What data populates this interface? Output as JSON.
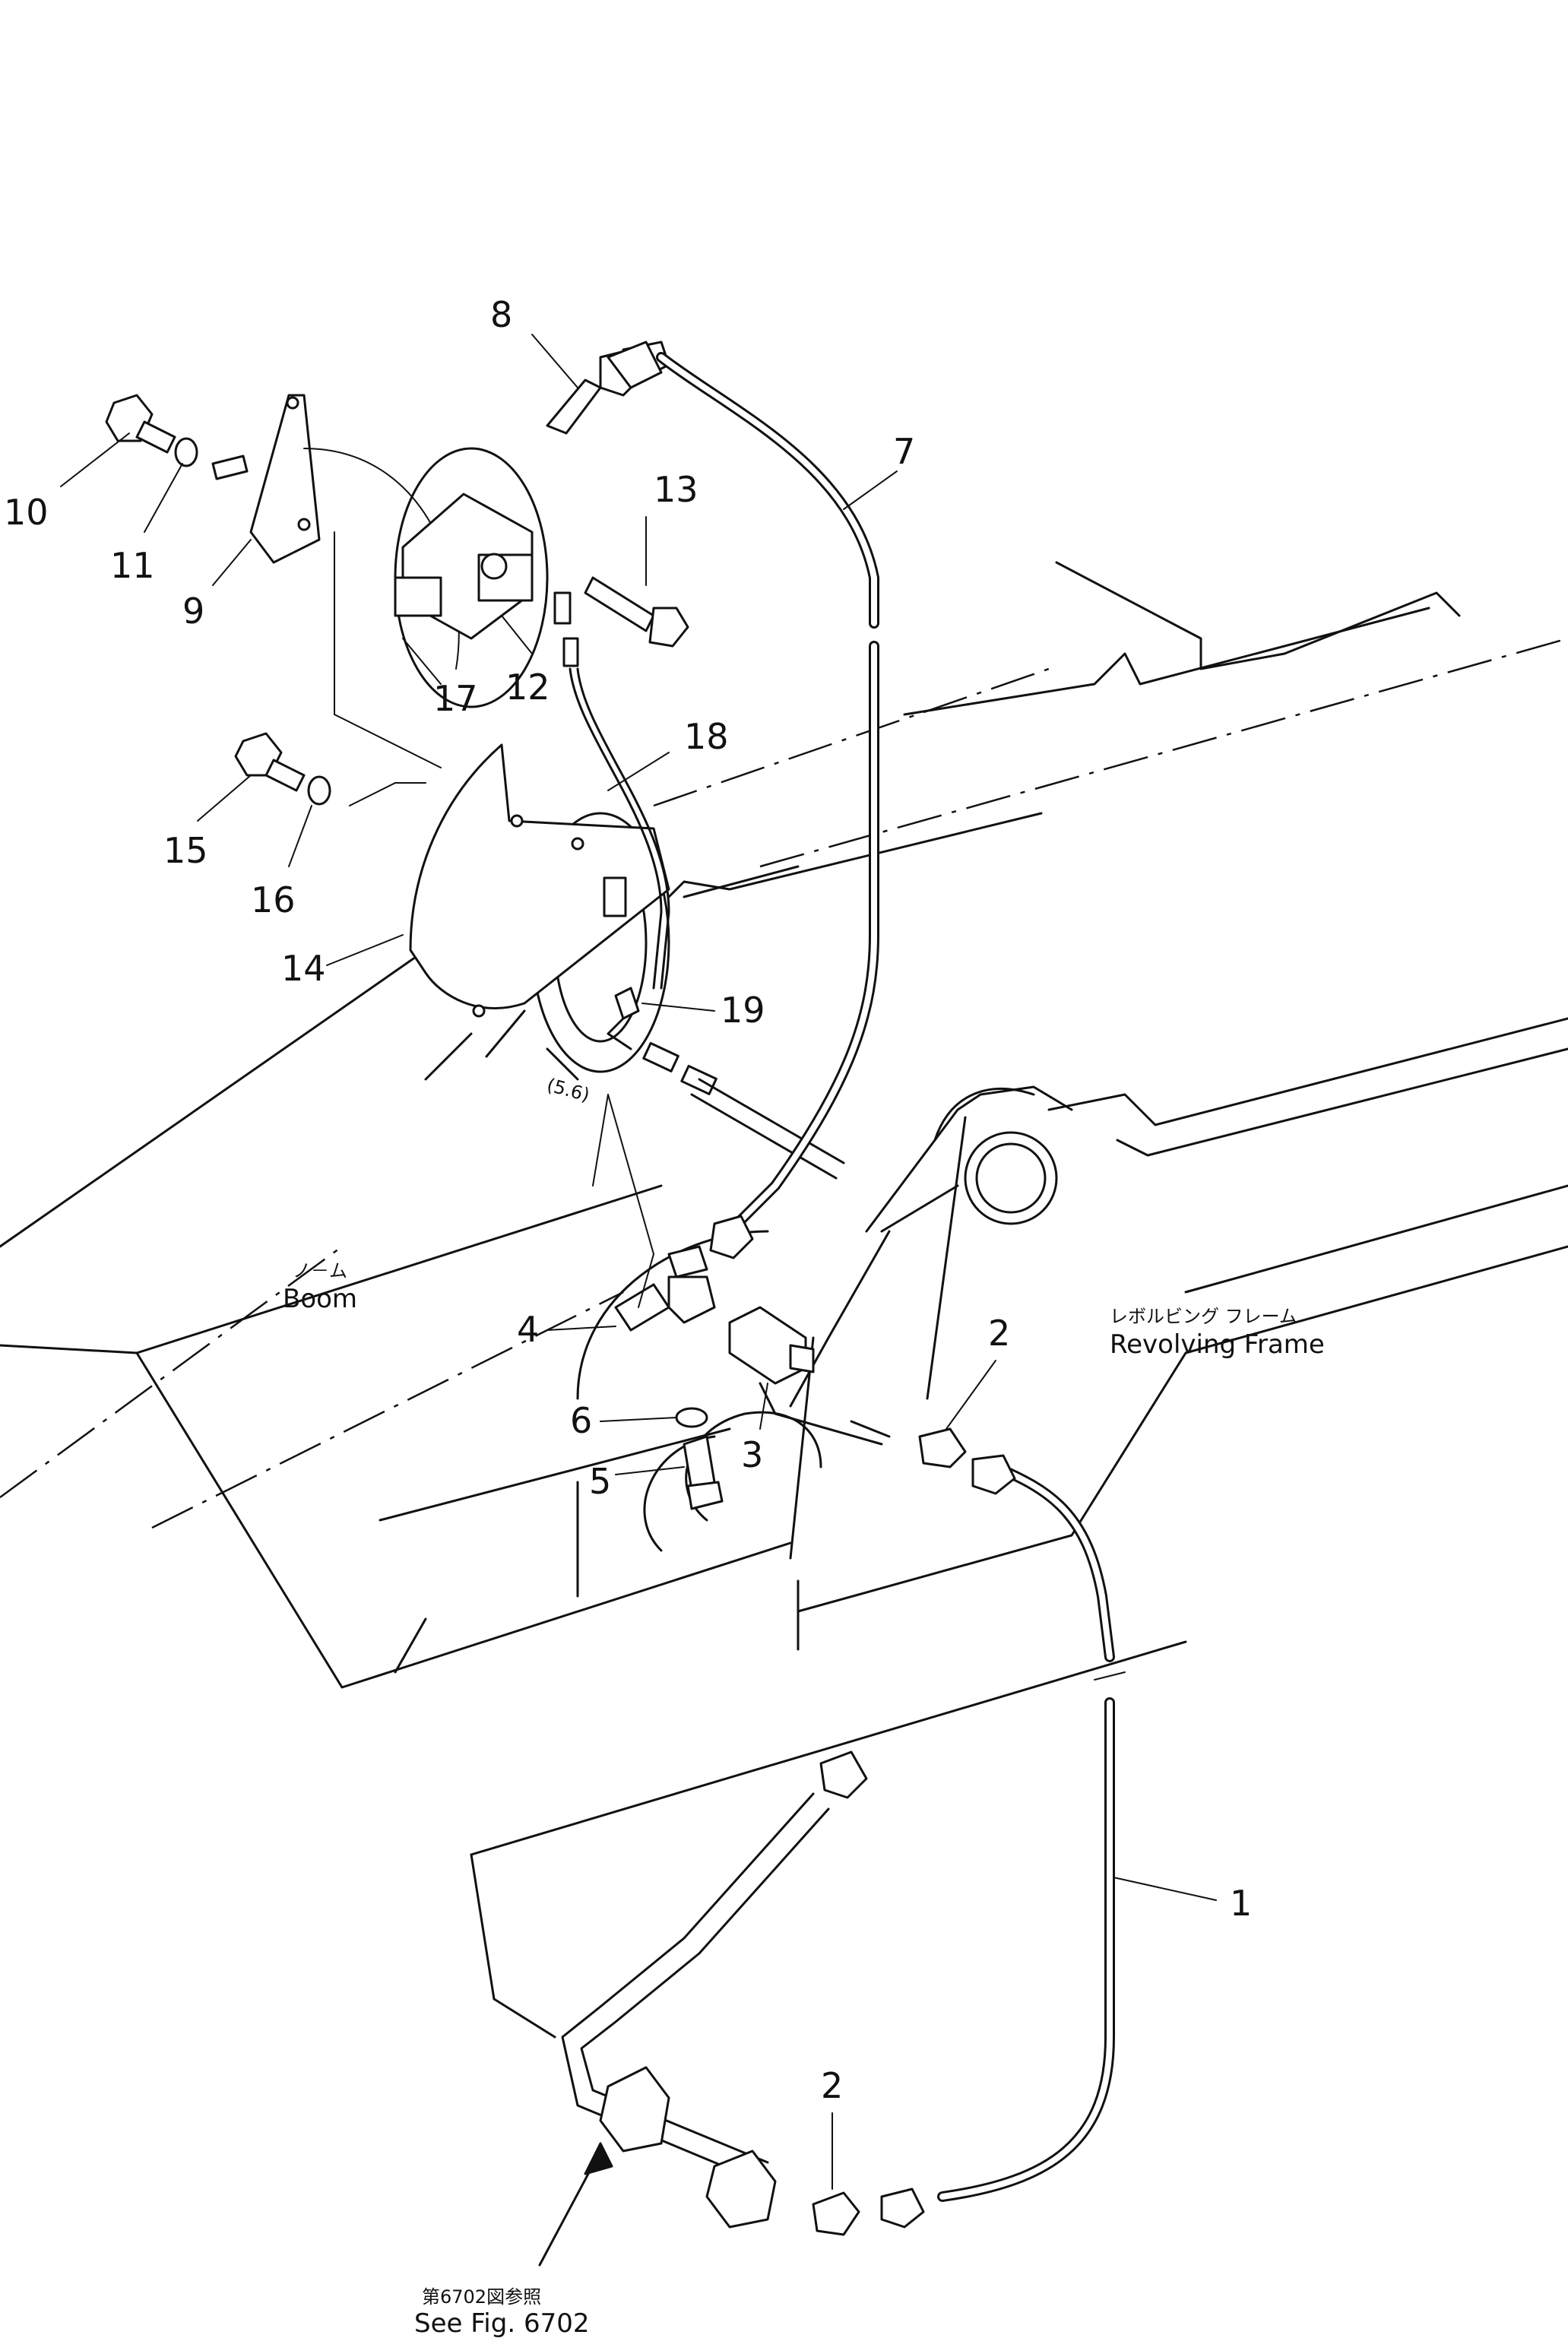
{
  "labels": {
    "boom_jp": "ノ－ム",
    "boom_en": "Boom",
    "frame_jp": "レボルビング フレーム",
    "frame_en": "Revolving Frame",
    "see_fig_jp": "第6702図参照",
    "see_fig_en": "See Fig. 6702",
    "detail_mark": "(5.6)"
  },
  "callouts": {
    "c1": "1",
    "c2a": "2",
    "c2b": "2",
    "c3": "3",
    "c4": "4",
    "c5": "5",
    "c6": "6",
    "c7": "7",
    "c8": "8",
    "c9": "9",
    "c10": "10",
    "c11": "11",
    "c12": "12",
    "c13": "13",
    "c14": "14",
    "c15": "15",
    "c16": "16",
    "c17": "17",
    "c18": "18",
    "c19": "19"
  }
}
